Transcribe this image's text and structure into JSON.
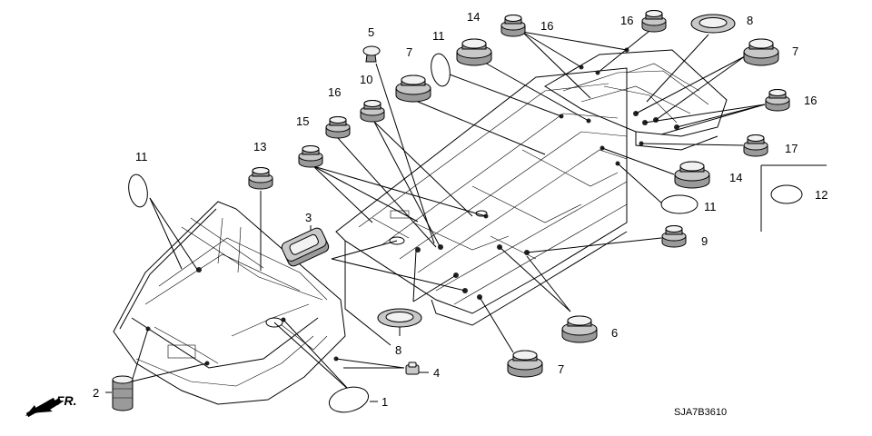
{
  "diagram": {
    "ref_code": "SJA7B3610",
    "front_indicator": "FR.",
    "callouts": [
      {
        "id": "c1",
        "label": "1"
      },
      {
        "id": "c2",
        "label": "2"
      },
      {
        "id": "c3",
        "label": "3"
      },
      {
        "id": "c4",
        "label": "4"
      },
      {
        "id": "c5",
        "label": "5"
      },
      {
        "id": "c6",
        "label": "6"
      },
      {
        "id": "c7a",
        "label": "7"
      },
      {
        "id": "c7b",
        "label": "7"
      },
      {
        "id": "c7c",
        "label": "7"
      },
      {
        "id": "c8a",
        "label": "8"
      },
      {
        "id": "c8b",
        "label": "8"
      },
      {
        "id": "c9",
        "label": "9"
      },
      {
        "id": "c10",
        "label": "10"
      },
      {
        "id": "c11a",
        "label": "11"
      },
      {
        "id": "c11b",
        "label": "11"
      },
      {
        "id": "c11c",
        "label": "11"
      },
      {
        "id": "c12",
        "label": "12"
      },
      {
        "id": "c13",
        "label": "13"
      },
      {
        "id": "c14a",
        "label": "14"
      },
      {
        "id": "c14b",
        "label": "14"
      },
      {
        "id": "c15",
        "label": "15"
      },
      {
        "id": "c16a",
        "label": "16"
      },
      {
        "id": "c16b",
        "label": "16"
      },
      {
        "id": "c16c",
        "label": "16"
      },
      {
        "id": "c16d",
        "label": "16"
      },
      {
        "id": "c17",
        "label": "17"
      }
    ]
  }
}
